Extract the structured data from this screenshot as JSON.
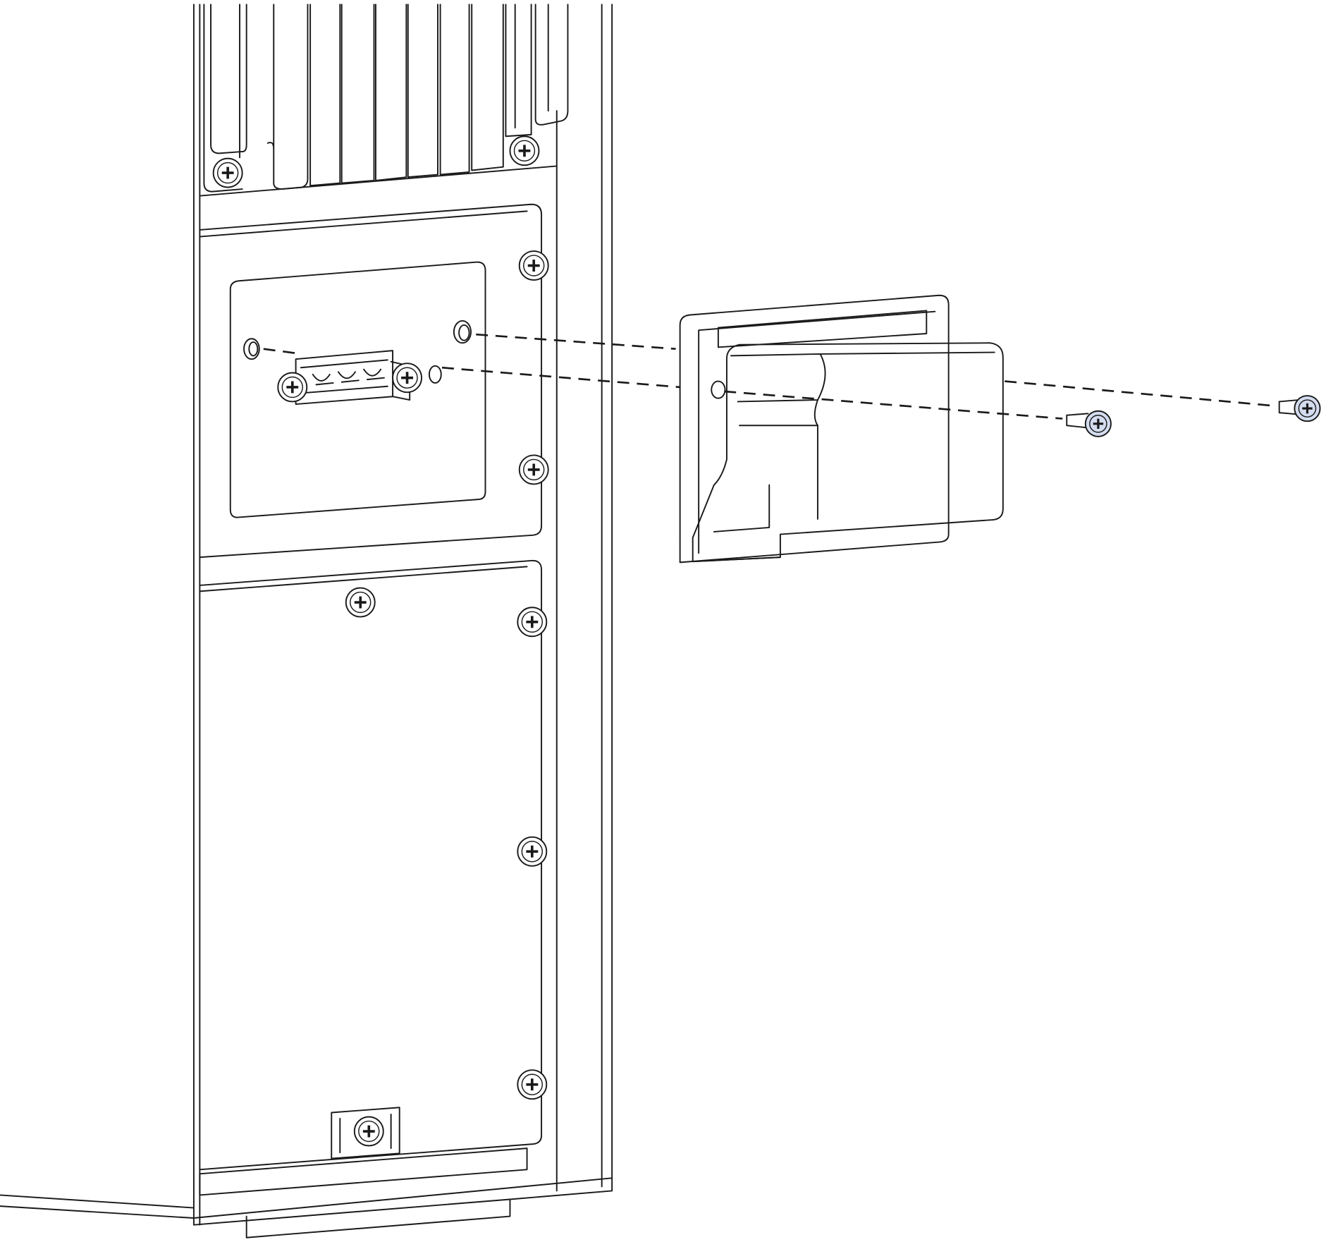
{
  "diagram": {
    "kind": "exploded-assembly-illustration",
    "components": [
      "enclosure-unit",
      "heatsink-fins",
      "upper-access-panel",
      "terminal-block-connector",
      "lower-access-panel",
      "cable-clamp",
      "connector-cover-bracket",
      "mounting-screw",
      "mounting-screw"
    ]
  },
  "colors": {
    "line": "#1a1a1a",
    "background": "#ffffff",
    "highlight_part": "#d4dcef",
    "highlight_part_shade": "#c3cde6"
  }
}
